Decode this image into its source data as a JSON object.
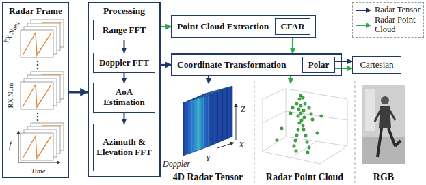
{
  "diagram": {
    "nodes": [
      {
        "text": [
          "Radar Frame"
        ]
      },
      {
        "text": [
          "Processing"
        ]
      },
      {
        "text": [
          "Range FFT"
        ],
        "in": 1
      },
      {
        "text": [
          "Doppler FFT"
        ],
        "in": 1
      },
      {
        "text": [
          "AoA Estimation"
        ],
        "in": 1
      },
      {
        "text": [
          "Azimuth & Elevation FFT"
        ],
        "in": 1
      },
      {
        "text": [
          "Point Cloud Extraction"
        ]
      },
      {
        "text": [
          "CFAR"
        ],
        "in": 6
      },
      {
        "text": [
          "Coordinate Transformation"
        ]
      },
      {
        "text": [
          "Polar"
        ],
        "in": 8
      },
      {
        "text": [
          "Cartesian"
        ]
      },
      {
        "text": [
          "4D Radar Tensor"
        ]
      },
      {
        "text": [
          "Radar Point Cloud"
        ]
      },
      {
        "text": [
          "RGB"
        ]
      }
    ],
    "edges": [
      {
        "from": 0,
        "to": 1,
        "arrow": "to"
      },
      {
        "from": 2,
        "to": 3,
        "arrow": "to"
      },
      {
        "from": 3,
        "to": 4,
        "arrow": "to"
      },
      {
        "from": 4,
        "to": 5,
        "arrow": "to"
      },
      {
        "from": 1,
        "to": 6,
        "arrow": "to"
      },
      {
        "from": 1,
        "to": 8,
        "arrow": "to"
      },
      {
        "from": 6,
        "to": 8,
        "arrow": "to"
      },
      {
        "from": 9,
        "to": 10,
        "arrow": "to"
      },
      {
        "from": 9,
        "to": 10,
        "arrow": "to"
      },
      {
        "from": 8,
        "to": 11,
        "arrow": "to"
      },
      {
        "from": 8,
        "to": 12,
        "arrow": "to"
      }
    ],
    "labels": [
      "TX Num",
      "RX Num",
      "f",
      "Time",
      "Doppler",
      "Y",
      "Z",
      "X"
    ],
    "legend": [
      {
        "text": "Radar Tensor"
      },
      {
        "text": "Radar Point Cloud"
      }
    ]
  }
}
